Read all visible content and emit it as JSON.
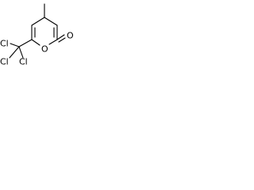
{
  "molecule": {
    "atoms": {
      "carbonyl_oxygen": "O",
      "ring_oxygen": "O",
      "chlorine_left": "Cl",
      "chlorine_lower_left": "Cl",
      "chlorine_lower_right": "Cl"
    }
  }
}
